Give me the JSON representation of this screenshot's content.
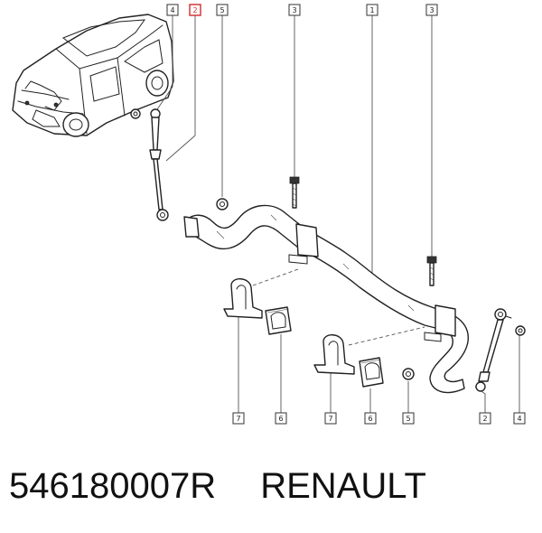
{
  "callouts": [
    {
      "label": "4"
    },
    {
      "label": "2",
      "highlighted": true
    },
    {
      "label": "5"
    },
    {
      "label": "3"
    },
    {
      "label": "1"
    },
    {
      "label": "3"
    },
    {
      "label": "7"
    },
    {
      "label": "6"
    },
    {
      "label": "7"
    },
    {
      "label": "6"
    },
    {
      "label": "5"
    },
    {
      "label": "2"
    },
    {
      "label": "4"
    }
  ],
  "caption": {
    "part_number": "546180007R",
    "brand": "RENAULT"
  },
  "colors": {
    "highlight": "#d22b2b",
    "line": "#222222"
  }
}
